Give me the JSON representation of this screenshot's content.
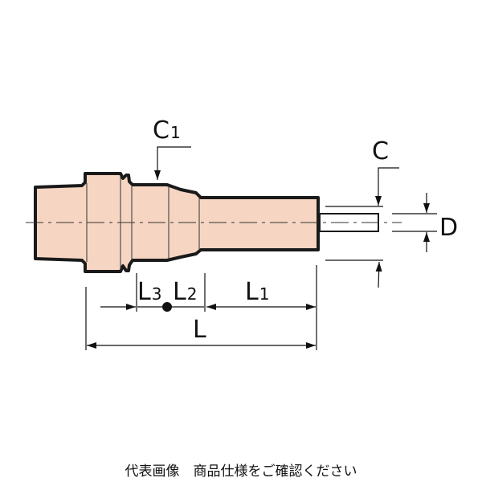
{
  "labels": {
    "c1": {
      "main": "C",
      "sub": "1"
    },
    "c": {
      "main": "C"
    },
    "d": {
      "main": "D"
    },
    "l3": {
      "main": "L",
      "sub": "3"
    },
    "l2": {
      "main": "L",
      "sub": "2"
    },
    "l1": {
      "main": "L",
      "sub": "1"
    },
    "l": {
      "main": "L"
    }
  },
  "caption": "代表画像　商品仕様をご確認ください",
  "colors": {
    "body_fill": "#f6d6c2",
    "outline": "#1a1a1a"
  }
}
